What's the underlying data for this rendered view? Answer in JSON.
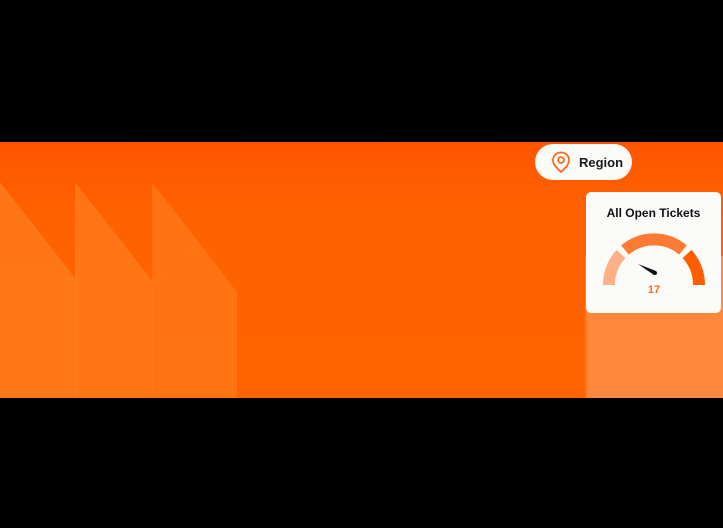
{
  "region_filter": {
    "label": "Region",
    "icon": "location-pin-icon"
  },
  "tickets_card": {
    "title": "All Open Tickets",
    "gauge": {
      "value": "17",
      "segments": [
        {
          "name": "low",
          "color": "#ffb088"
        },
        {
          "name": "medium",
          "color": "#ff7a33"
        },
        {
          "name": "high",
          "color": "#ff5e00"
        }
      ],
      "needle_color": "#111111"
    }
  },
  "colors": {
    "banner": "#ff6400",
    "banner_top": "#ff5500",
    "chevron": "#ff7a1a",
    "side_panel": "#ff883c",
    "card_bg": "#fbfbfa",
    "accent": "#ff6a1a"
  }
}
